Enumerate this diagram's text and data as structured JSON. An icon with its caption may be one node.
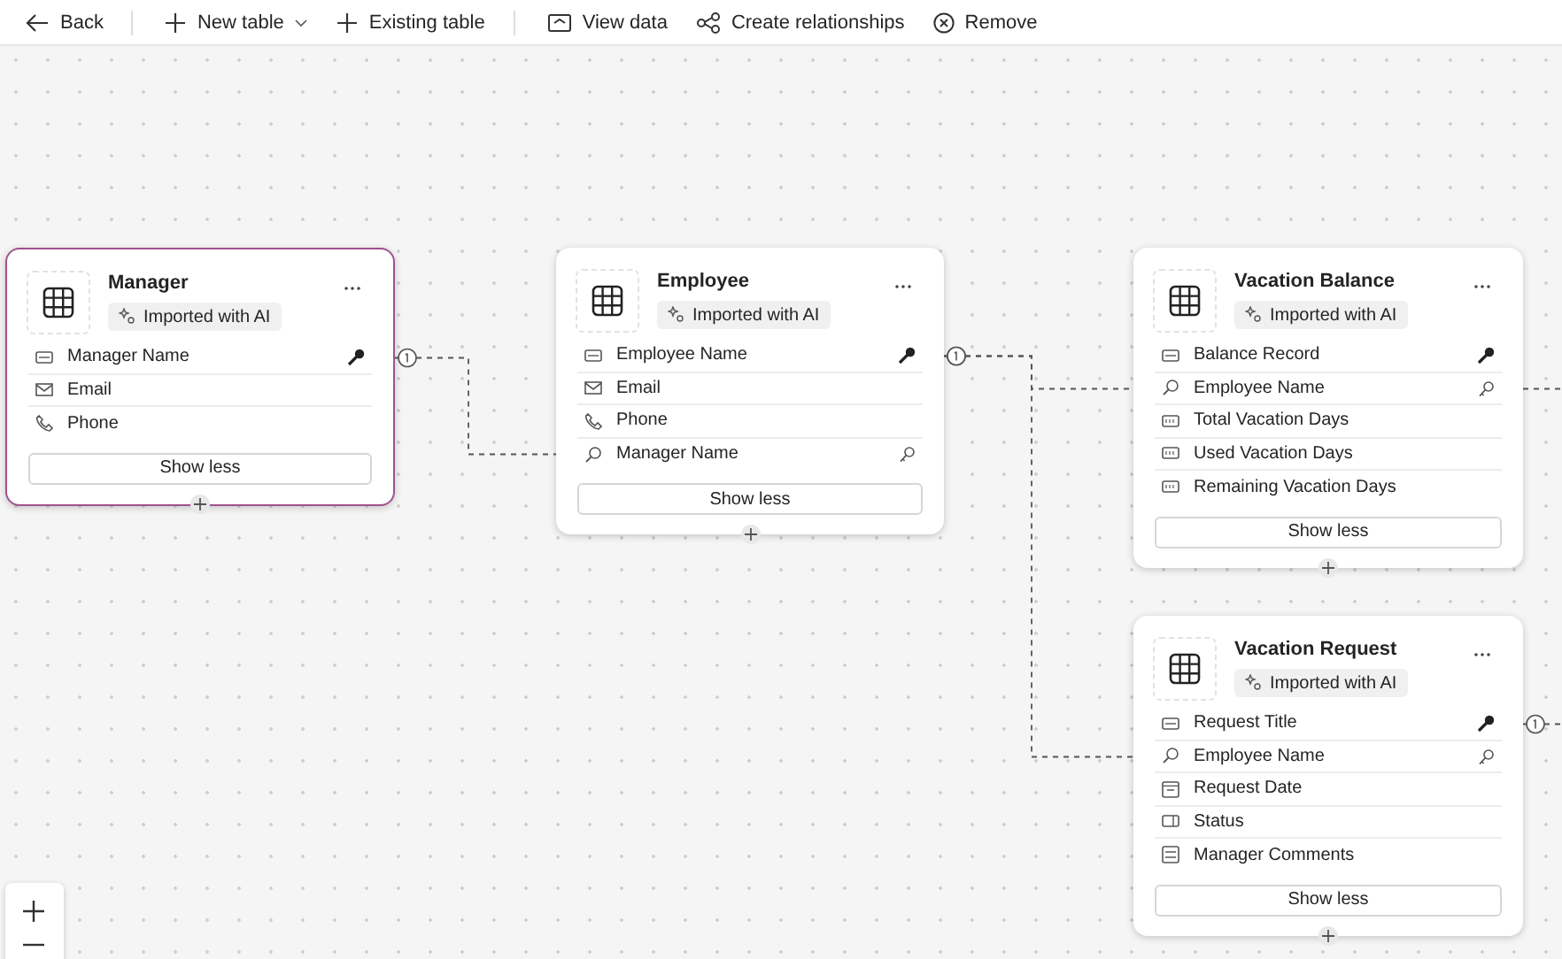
{
  "diagram": {
    "nodes": [
      {
        "text": [
          "Manager",
          "Imported with AI",
          "Show less"
        ]
      },
      {
        "text": [
          "Manager Name"
        ],
        "in": 0
      },
      {
        "text": [
          "Email"
        ],
        "in": 0
      },
      {
        "text": [
          "Phone"
        ],
        "in": 0
      },
      {
        "text": [
          "Employee",
          "Imported with AI",
          "Show less"
        ]
      },
      {
        "text": [
          "Employee Name"
        ],
        "in": 4
      },
      {
        "text": [
          "Email"
        ],
        "in": 4
      },
      {
        "text": [
          "Phone"
        ],
        "in": 4
      },
      {
        "text": [
          "Manager Name"
        ],
        "in": 4
      },
      {
        "text": [
          "Vacation Balance",
          "Imported with AI",
          "Show less"
        ]
      },
      {
        "text": [
          "Balance Record"
        ],
        "in": 9
      },
      {
        "text": [
          "Employee Name"
        ],
        "in": 9
      },
      {
        "text": [
          "Total Vacation Days"
        ],
        "in": 9
      },
      {
        "text": [
          "Used Vacation Days"
        ],
        "in": 9
      },
      {
        "text": [
          "Remaining Vacation Days"
        ],
        "in": 9
      },
      {
        "text": [
          "Vacation Request",
          "Imported with AI",
          "Show less"
        ]
      },
      {
        "text": [
          "Request Title"
        ],
        "in": 15
      },
      {
        "text": [
          "Employee Name"
        ],
        "in": 15
      },
      {
        "text": [
          "Request Date"
        ],
        "in": 15
      },
      {
        "text": [
          "Status"
        ],
        "in": 15
      },
      {
        "text": [
          "Manager Comments"
        ],
        "in": 15
      }
    ],
    "edges": [
      {
        "from": 1,
        "to": 8,
        "arrow": "other",
        "style": "dashed"
      },
      {
        "from": 5,
        "to": 11,
        "arrow": "other",
        "style": "dashed"
      },
      {
        "from": 5,
        "to": 17,
        "arrow": "other",
        "style": "dashed"
      },
      {
        "from": 11,
        "to": null,
        "arrow": "none",
        "style": "dashed"
      },
      {
        "from": 16,
        "to": null,
        "arrow": "other",
        "style": "dashed"
      }
    ],
    "labels": [
      "Back",
      "New table",
      "Existing table",
      "View data",
      "Create relationships",
      "Remove"
    ]
  }
}
